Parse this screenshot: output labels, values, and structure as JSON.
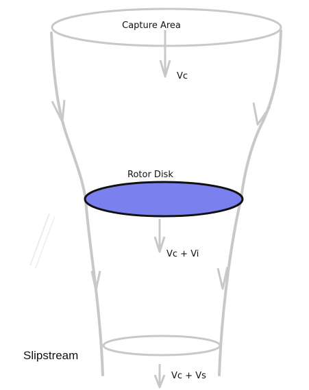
{
  "diagram": {
    "labels": {
      "capture_area": "Capture Area",
      "vc": "Vc",
      "rotor_disk": "Rotor Disk",
      "vc_vi": "Vc + Vi",
      "slipstream": "Slipstream",
      "vc_vs": "Vc + Vs"
    },
    "colors": {
      "stream": "#c8c8c8",
      "rotor_fill": "#7a80ee",
      "rotor_stroke": "#111111",
      "text": "#111111"
    }
  }
}
